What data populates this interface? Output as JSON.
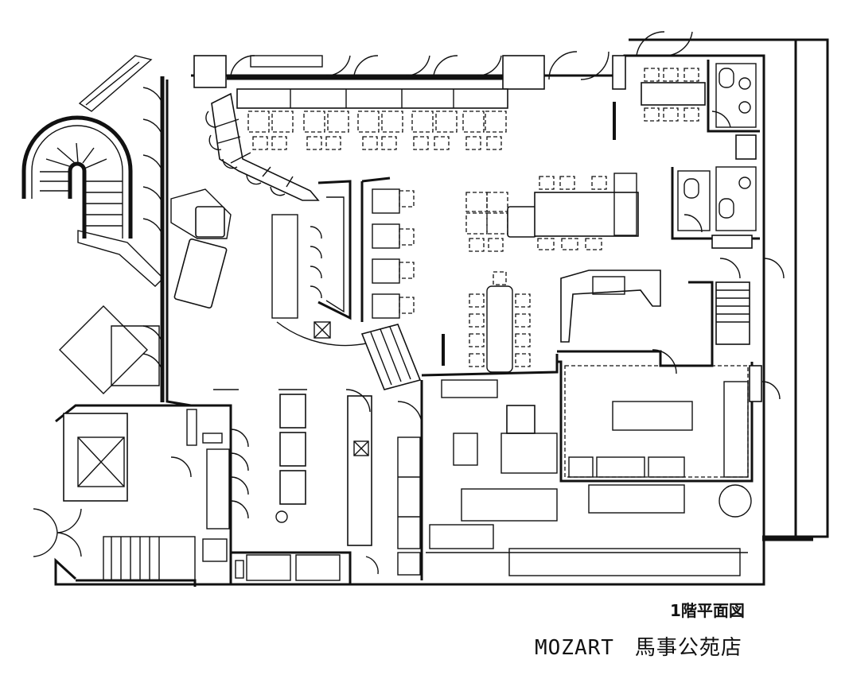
{
  "caption": {
    "floor": "1階平面図",
    "name": "MOZART",
    "branch": "馬事公苑店"
  },
  "colors": {
    "line": "#111111",
    "background": "#ffffff"
  }
}
